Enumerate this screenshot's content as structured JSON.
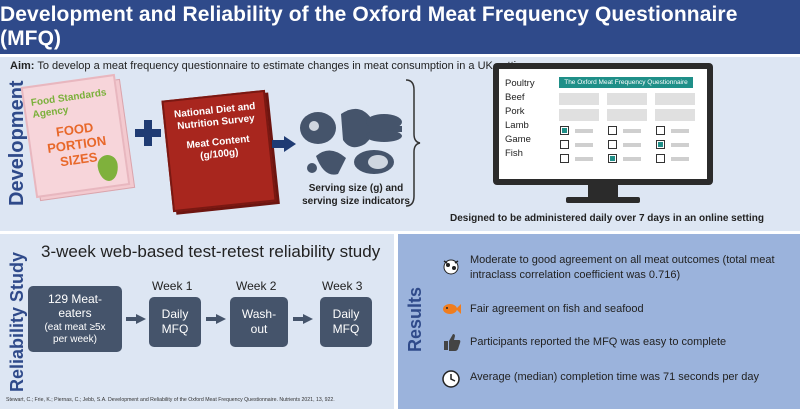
{
  "header": {
    "title": "Development and Reliability of the Oxford Meat Frequency Questionnaire (MFQ)"
  },
  "development": {
    "side_label": "Development",
    "aim_label": "Aim:",
    "aim_text": "To develop a meat frequency questionnaire to estimate changes in meat consumption in a UK setting",
    "book1": {
      "agency": "Food Standards Agency",
      "title": "FOOD PORTION SIZES"
    },
    "book2": {
      "title": "National Diet and Nutrition Survey",
      "subtitle": "Meat Content (g/100g)"
    },
    "serving_text": "Serving size (g) and serving size indicators",
    "mfq_screen_title": "The Oxford Meat Frequency Questionnaire",
    "meat_types": [
      "Poultry",
      "Beef",
      "Pork",
      "Lamb",
      "Game",
      "Fish"
    ],
    "designed_text": "Designed to be administered daily over 7 days in an online setting"
  },
  "reliability": {
    "side_label": "Reliability Study",
    "title": "3-week web-based test-retest reliability study",
    "participants": "129 Meat-eaters",
    "participants_note": "(eat meat ≥5x per week)",
    "weeks": [
      {
        "label": "Week 1",
        "activity": "Daily MFQ"
      },
      {
        "label": "Week 2",
        "activity": "Wash-out"
      },
      {
        "label": "Week 3",
        "activity": "Daily MFQ"
      }
    ],
    "citation": "Stewart, C.; Frie, K.; Piernas, C.; Jebb, S.A. Development and Reliability of the Oxford Meat Frequency Questionnaire. Nutrients 2021, 13, 922."
  },
  "results": {
    "side_label": "Results",
    "items": [
      {
        "icon": "cow-icon",
        "text": "Moderate to good agreement on all meat outcomes (total meat intraclass correlation coefficient was 0.716)"
      },
      {
        "icon": "fish-icon",
        "text": "Fair agreement on fish and seafood"
      },
      {
        "icon": "thumbs-up-icon",
        "text": "Participants reported the MFQ was easy to complete"
      },
      {
        "icon": "clock-icon",
        "text": "Average (median) completion time was 71 seconds per day"
      }
    ]
  },
  "colors": {
    "header": "#2f4a8a",
    "panel_light": "#dde6f3",
    "panel_results": "#9bb3dc",
    "box": "#45546b",
    "accent": "#1f8f88"
  }
}
